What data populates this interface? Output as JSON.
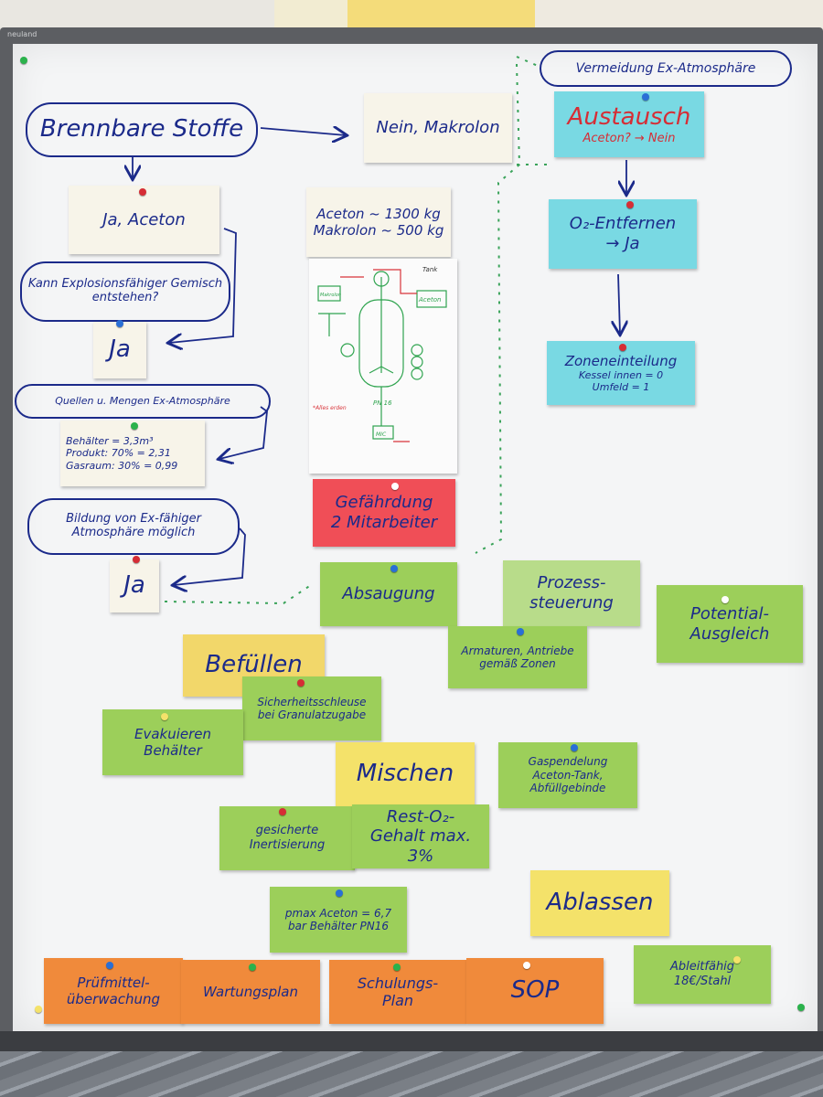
{
  "brand": "neuland",
  "flow": {
    "start": "Brennbare Stoffe",
    "no_path": "Nein, Makrolon",
    "yes_path": "Ja, Aceton",
    "q1": "Kann Explosionsfähiger Gemisch entstehen?",
    "a1": "Ja",
    "q2": "Quellen u. Mengen Ex-Atmosphäre",
    "volumes": [
      "Behälter = 3,3m³",
      "Produkt: 70% = 2,31",
      "Gasraum: 30% = 0,99"
    ],
    "q3": "Bildung von Ex-fähiger Atmosphäre möglich",
    "a3": "Ja"
  },
  "center": {
    "quantities": [
      "Aceton ~ 1300 kg",
      "Makrolon ~ 500 kg"
    ],
    "diagram": {
      "tank_label": "Tank",
      "aceton_box": "Aceton",
      "reactor": "PN 16",
      "pump": "MIC",
      "note": "*Alles erden",
      "left_box": "Makrolon"
    },
    "hazard": [
      "Gefährdung",
      "2 Mitarbeiter"
    ]
  },
  "right": {
    "title": "Vermeidung Ex-Atmosphäre",
    "exchange": [
      "Austausch",
      "Aceton? → Nein"
    ],
    "o2": [
      "O₂-Entfernen",
      "→ Ja"
    ],
    "zones": [
      "Zoneneinteilung",
      "Kessel innen = 0",
      "Umfeld = 1"
    ]
  },
  "measures": {
    "absaugung": "Absaugung",
    "prozess": "Prozess-steuerung",
    "potential": "Potential-Ausgleich",
    "armaturen": "Armaturen, Antriebe gemäß Zonen",
    "befuellen": "Befüllen",
    "schleuse": "Sicherheitsschleuse bei Granulatzugabe",
    "evakuieren": "Evakuieren Behälter",
    "mischen": "Mischen",
    "gaspendelung": "Gaspendelung Aceton-Tank, Abfüllgebinde",
    "inertisierung": "gesicherte Inertisierung",
    "rest_o2": "Rest-O₂-Gehalt max. 3%",
    "druck": "pmax Aceton = 6,7 bar Behälter PN16",
    "ablassen": "Ablassen",
    "ableitfaehig": "Ableitfähig 18€/Stahl"
  },
  "footer": {
    "pruefmittel": "Prüfmittel-überwachung",
    "wartung": "Wartungsplan",
    "schulung": "Schulungs-Plan",
    "sop": "SOP"
  },
  "colors": {
    "ink": "#1b2a8a",
    "white_note": "#f7f4e9",
    "cyan": "#79d9e3",
    "green": "#9ccf5a",
    "yellow": "#f4e26a",
    "orange": "#f08a3b",
    "red": "#f04e57"
  }
}
